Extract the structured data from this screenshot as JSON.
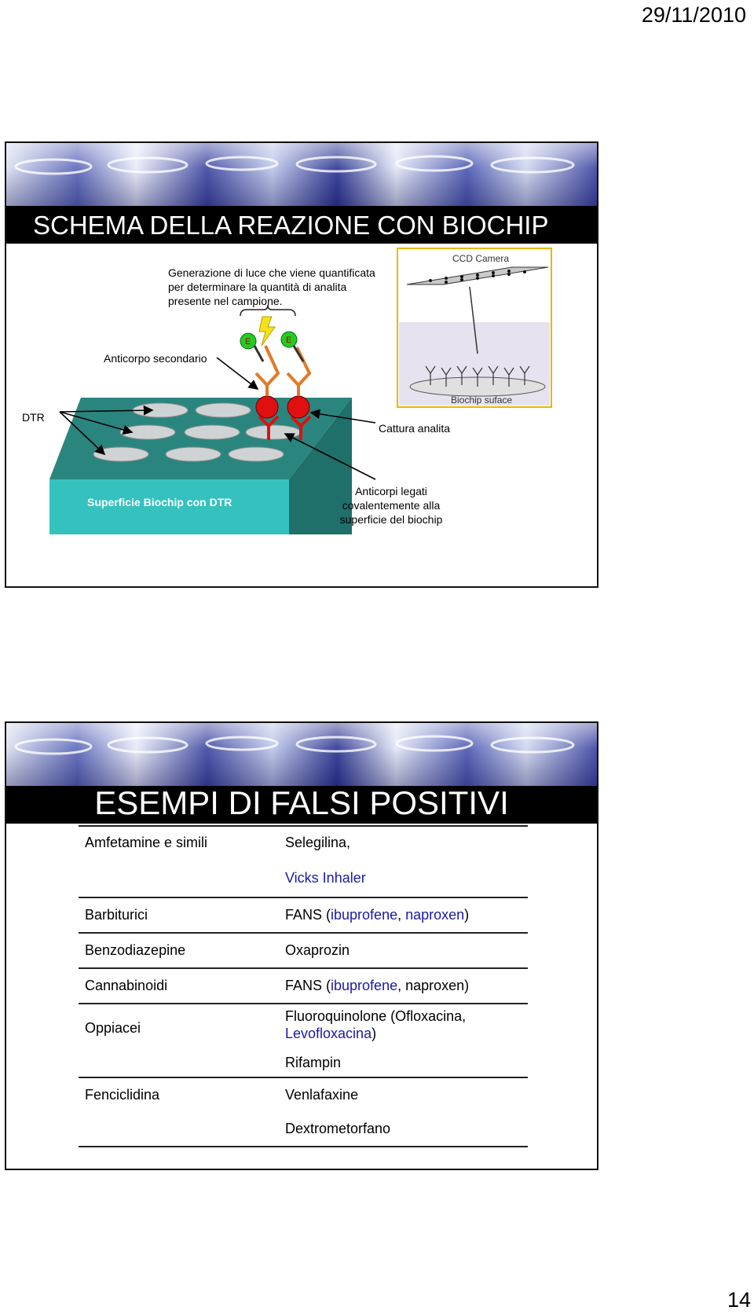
{
  "header": {
    "date": "29/11/2010"
  },
  "slide1": {
    "title": "SCHEMA DELLA REAZIONE CON BIOCHIP",
    "labels": {
      "light": "Generazione di luce che viene quantificata per determinare la quantità di analita presente nel campione.",
      "secondary_antibody": "Anticorpo secondario",
      "dtr": "DTR",
      "capture": "Cattura analita",
      "surface": "Superficie Biochip con  DTR",
      "bound_antibodies": "Anticorpi legati covalentemente alla superficie del biochip",
      "enzyme": "E",
      "ccd_camera": "CCD Camera",
      "biochip_surface": "Biochip suface"
    },
    "colors": {
      "surface_top": "#2b857f",
      "surface_front": "#2fb7b4",
      "antibody": "#e07a2a",
      "analyte": "#e01010"
    }
  },
  "slide2": {
    "title": "ESEMPI DI FALSI POSITIVI",
    "rows": [
      {
        "category": "Amfetamine e simili",
        "lines": [
          "Selegilina,",
          "Vicks Inhaler"
        ]
      },
      {
        "category": "Barbiturici",
        "lines": [
          "FANS (ibuprofene, naproxen)"
        ]
      },
      {
        "category": "Benzodiazepine",
        "lines": [
          "Oxaprozin"
        ]
      },
      {
        "category": "Cannabinoidi",
        "lines": [
          "FANS (ibuprofene, naproxen)"
        ]
      },
      {
        "category": "Oppiacei",
        "lines": [
          "Fluoroquinolone (Ofloxacina, Levofloxacina)",
          "Rifampin"
        ]
      },
      {
        "category": "Fenciclidina",
        "lines": [
          "Venlafaxine",
          "Dextrometorfano"
        ]
      }
    ]
  },
  "footer": {
    "page_number": "14"
  }
}
